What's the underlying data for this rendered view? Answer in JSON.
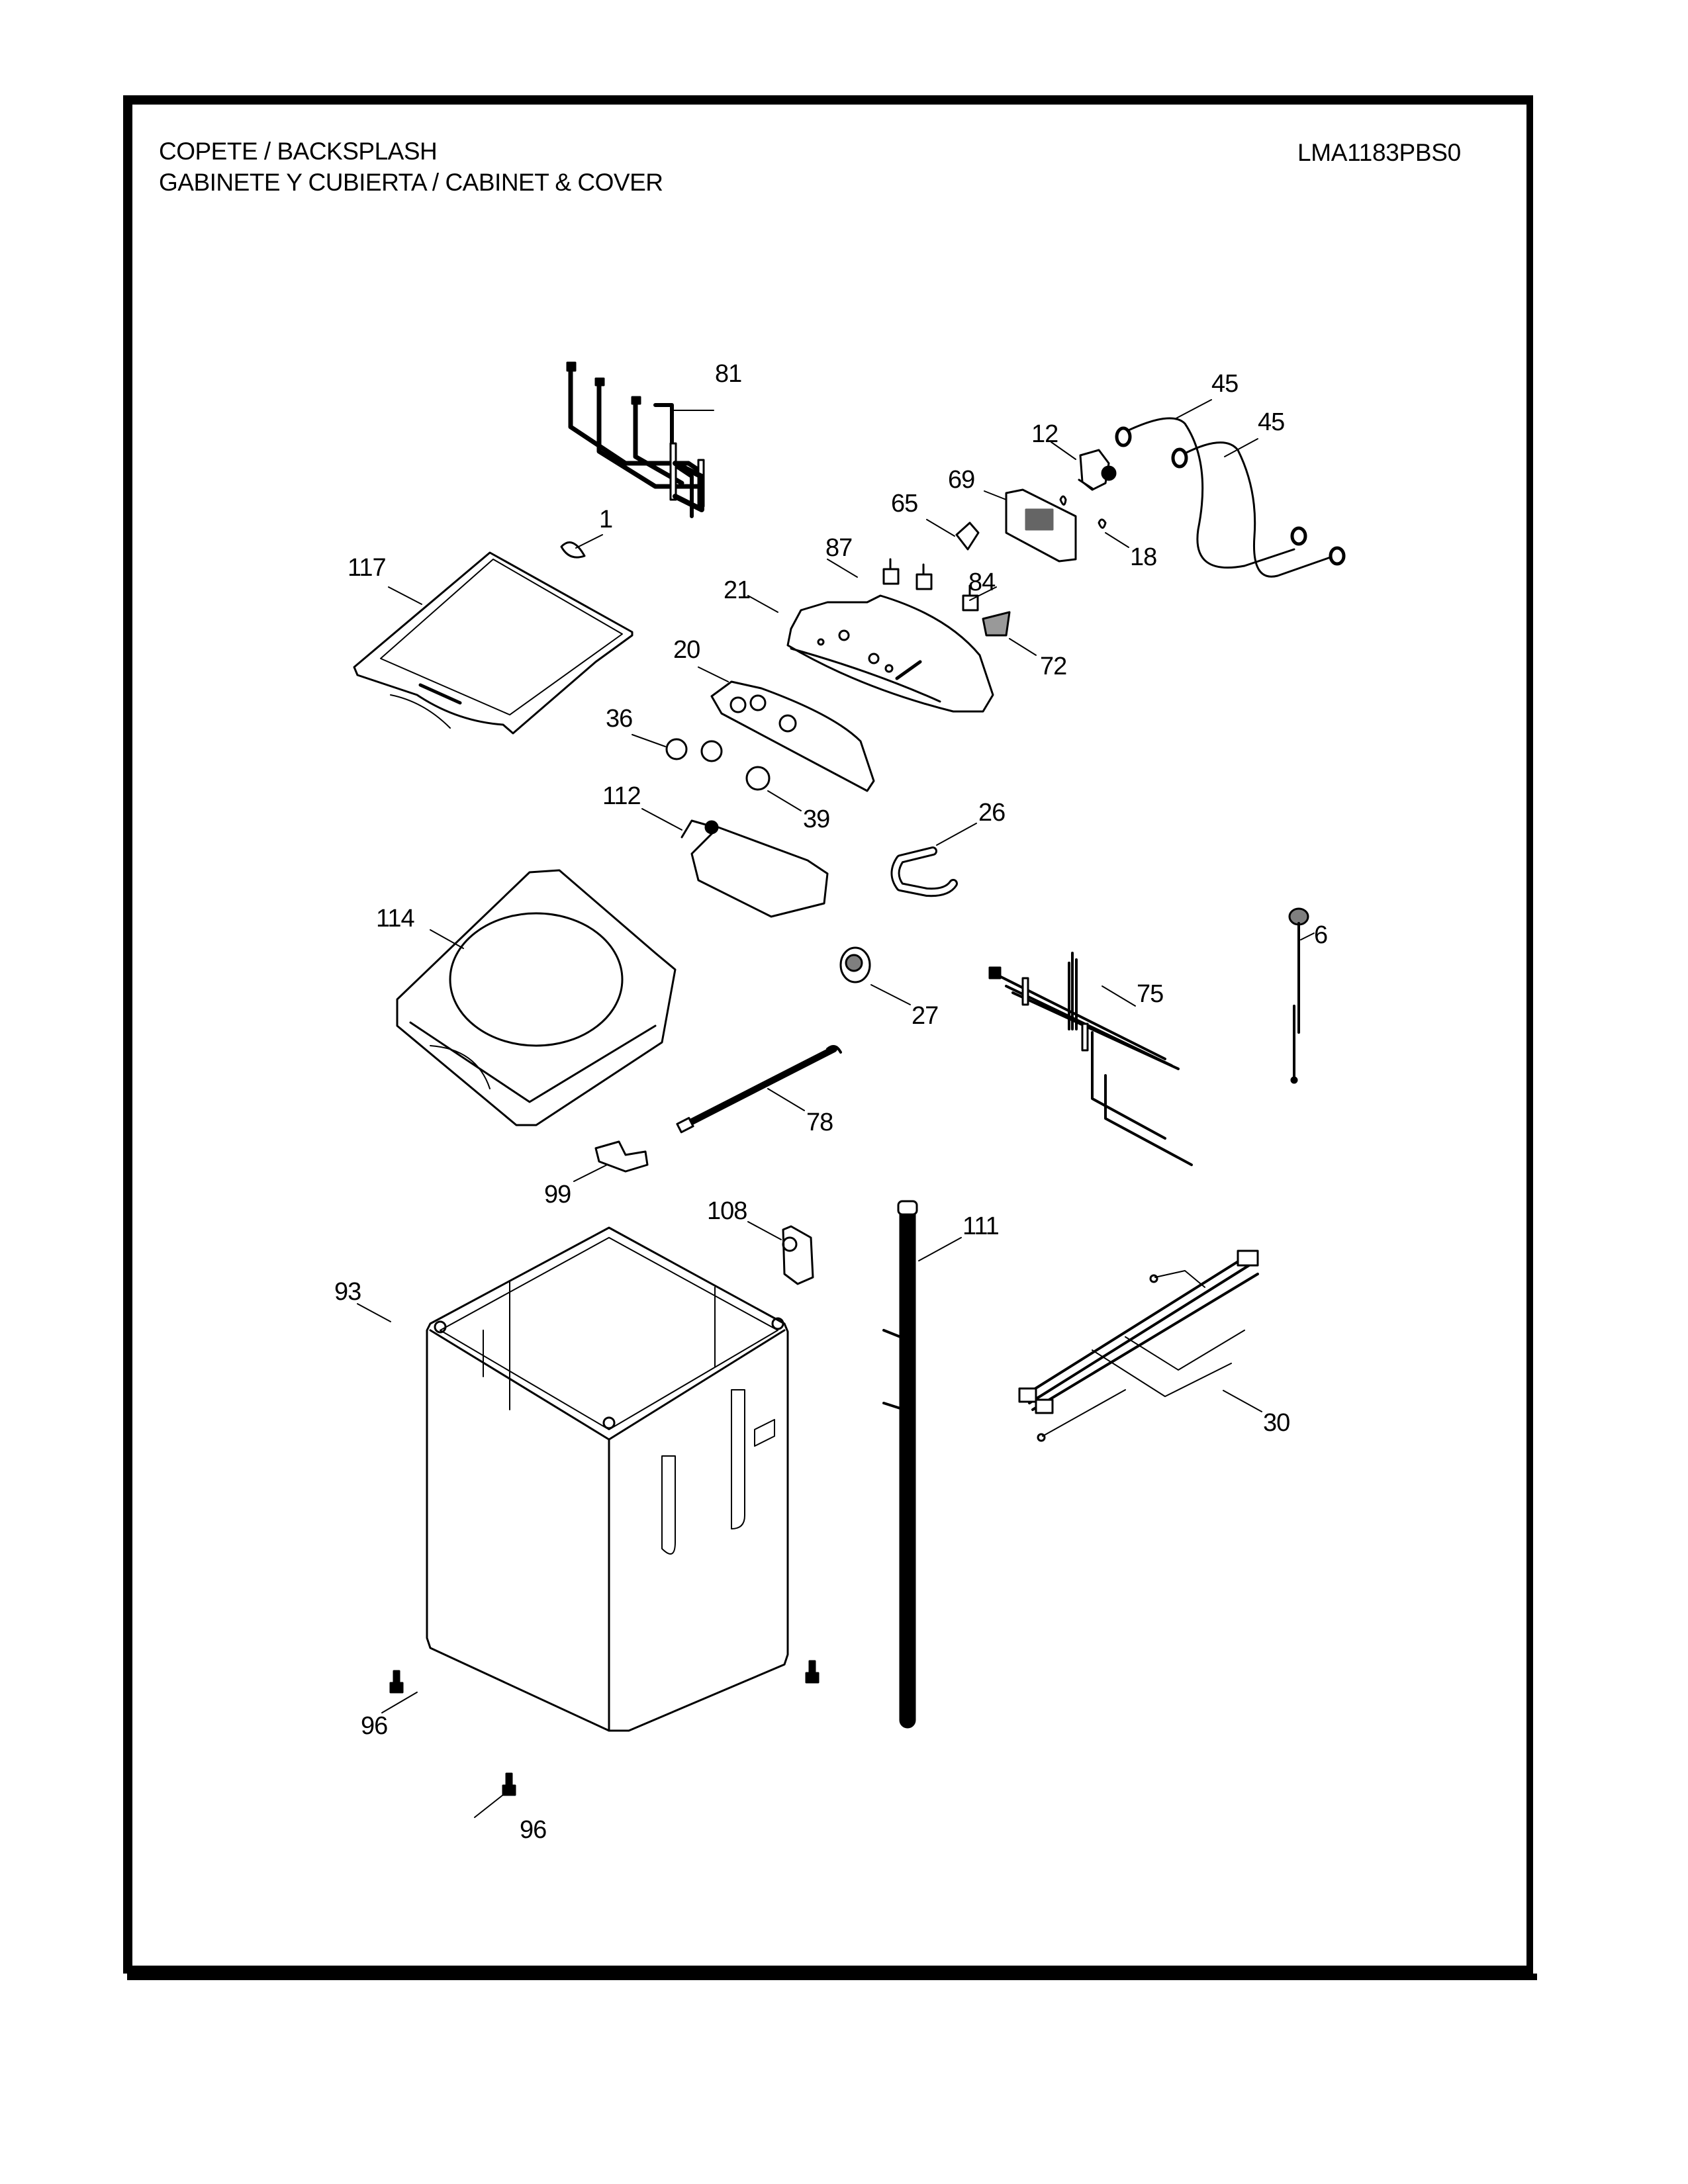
{
  "header": {
    "title_line1": "COPETE / BACKSPLASH",
    "title_line2": "GABINETE Y CUBIERTA / CABINET & COVER",
    "model_number": "LMA1183PBS0"
  },
  "callouts": [
    {
      "id": "81",
      "part": "wire-harness-81"
    },
    {
      "id": "45",
      "part": "inlet-hose-a"
    },
    {
      "id": "45",
      "part": "inlet-hose-b"
    },
    {
      "id": "12",
      "part": "water-inlet-valve"
    },
    {
      "id": "69",
      "part": "control-board"
    },
    {
      "id": "1",
      "part": "lid-bumper"
    },
    {
      "id": "65",
      "part": "bracket"
    },
    {
      "id": "18",
      "part": "clip"
    },
    {
      "id": "117",
      "part": "lid"
    },
    {
      "id": "87",
      "part": "switch"
    },
    {
      "id": "84",
      "part": "switch"
    },
    {
      "id": "21",
      "part": "backsplash"
    },
    {
      "id": "72",
      "part": "connector"
    },
    {
      "id": "20",
      "part": "control-panel-overlay"
    },
    {
      "id": "36",
      "part": "knob"
    },
    {
      "id": "39",
      "part": "knob-large"
    },
    {
      "id": "112",
      "part": "dispenser-assembly"
    },
    {
      "id": "26",
      "part": "hose"
    },
    {
      "id": "6",
      "part": "power-cord"
    },
    {
      "id": "114",
      "part": "top-cover"
    },
    {
      "id": "75",
      "part": "wire-harness-75"
    },
    {
      "id": "27",
      "part": "pressure-switch"
    },
    {
      "id": "78",
      "part": "lid-hinge-rod"
    },
    {
      "id": "99",
      "part": "lid-switch"
    },
    {
      "id": "108",
      "part": "drain-bracket"
    },
    {
      "id": "111",
      "part": "drain-hose"
    },
    {
      "id": "93",
      "part": "cabinet"
    },
    {
      "id": "30",
      "part": "wire-harness-30"
    },
    {
      "id": "96",
      "part": "leveling-leg-a"
    },
    {
      "id": "96",
      "part": "leveling-leg-b"
    }
  ]
}
